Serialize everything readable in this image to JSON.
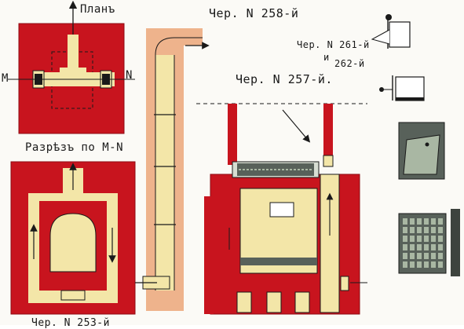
{
  "colors": {
    "brick_red": "#c8141e",
    "dark_red": "#a00f18",
    "cream": "#f3e6a8",
    "duct_peach": "#eeb38c",
    "ink": "#1a1a1a",
    "metal_grey": "#a9b7a3",
    "dark_grey": "#58615a",
    "paper": "#fbfaf6"
  },
  "labels": {
    "plan": "Планъ",
    "axis_m": "М",
    "axis_n": "N",
    "section": "Разрѣзъ по М-N",
    "sheet_258": "Чер. N 258-й",
    "sheet_261": "Чер. N 261-й",
    "sheet_262_and": "и",
    "sheet_262": "262-й",
    "sheet_257": "Чер. N 257-й.",
    "sheet_253_cut": "Чер. N 253-й"
  },
  "icons": {
    "door_frame": "stove-door-frame-icon",
    "damper": "damper-plate-icon",
    "grate": "grate-icon"
  }
}
